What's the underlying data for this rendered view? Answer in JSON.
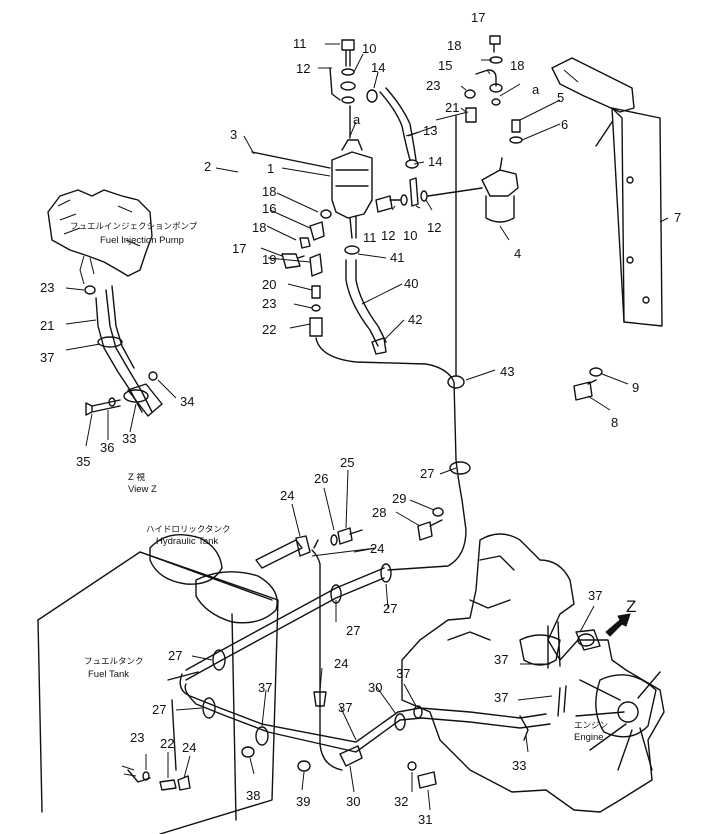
{
  "callouts": {
    "n1": "1",
    "n2": "2",
    "n3": "3",
    "n4": "4",
    "n5": "5",
    "n6": "6",
    "n7": "7",
    "n8": "8",
    "n9": "9",
    "n10a": "10",
    "n10b": "10",
    "n11a": "11",
    "n11b": "11",
    "n12a": "12",
    "n12b": "12",
    "n12c": "12",
    "n13": "13",
    "n14a": "14",
    "n14b": "14",
    "n15": "15",
    "n16": "16",
    "n17a": "17",
    "n17b": "17",
    "n18a": "18",
    "n18b": "18",
    "n18c": "18",
    "n18d": "18",
    "n19": "19",
    "n20": "20",
    "n21a": "21",
    "n21b": "21",
    "n22a": "22",
    "n22b": "22",
    "n23a": "23",
    "n23b": "23",
    "n23c": "23",
    "n23d": "23",
    "n24a": "24",
    "n24b": "24",
    "n24c": "24",
    "n24d": "24",
    "n25": "25",
    "n26": "26",
    "n27a": "27",
    "n27b": "27",
    "n27c": "27",
    "n27d": "27",
    "n27e": "27",
    "n28": "28",
    "n29": "29",
    "n30a": "30",
    "n30b": "30",
    "n31": "31",
    "n32": "32",
    "n33a": "33",
    "n33b": "33",
    "n34": "34",
    "n35": "35",
    "n36": "36",
    "n37a": "37",
    "n37b": "37",
    "n37c": "37",
    "n37d": "37",
    "n37e": "37",
    "n37f": "37",
    "n38": "38",
    "n39": "39",
    "n40": "40",
    "n41": "41",
    "n42": "42",
    "n43": "43",
    "aA": "a",
    "aB": "a"
  },
  "labels": {
    "pump_jp": "フュエルインジェクションポンプ",
    "pump_en": "Fuel Injection Pump",
    "view_jp": "Z  視",
    "view_en": "View  Z",
    "hyd_jp": "ハイドロリックタンク",
    "hyd_en": "Hydraulic Tank",
    "fuel_jp": "フュエルタンク",
    "fuel_en": "Fuel Tank",
    "engine_jp": "エンジン",
    "engine_en": "Engine",
    "z_marker": "Z"
  }
}
